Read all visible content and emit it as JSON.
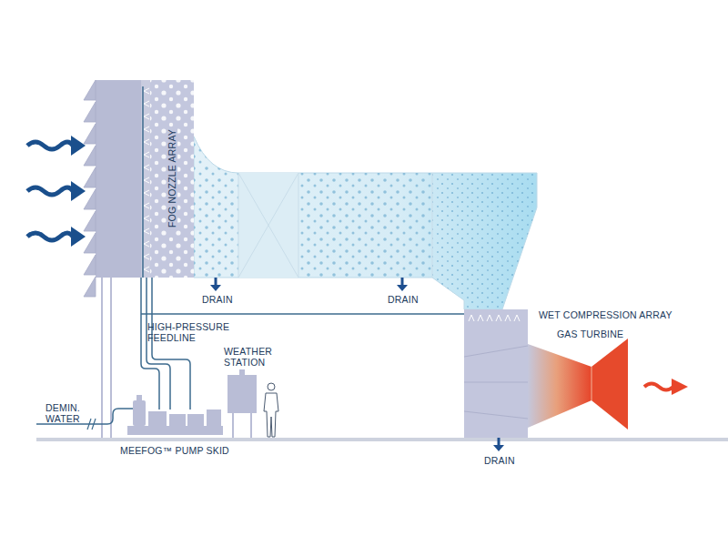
{
  "diagram": {
    "labels": [
      "FOG NOZZLE ARRAY",
      "DRAIN",
      "DRAIN",
      "WET COMPRESSION ARRAY",
      "HIGH-PRESSURE FEEDLINE",
      "WEATHER STATION",
      "GAS TURBINE",
      "DEMIN. WATER",
      "MEEFOG™ PUMP SKID",
      "DRAIN"
    ]
  }
}
